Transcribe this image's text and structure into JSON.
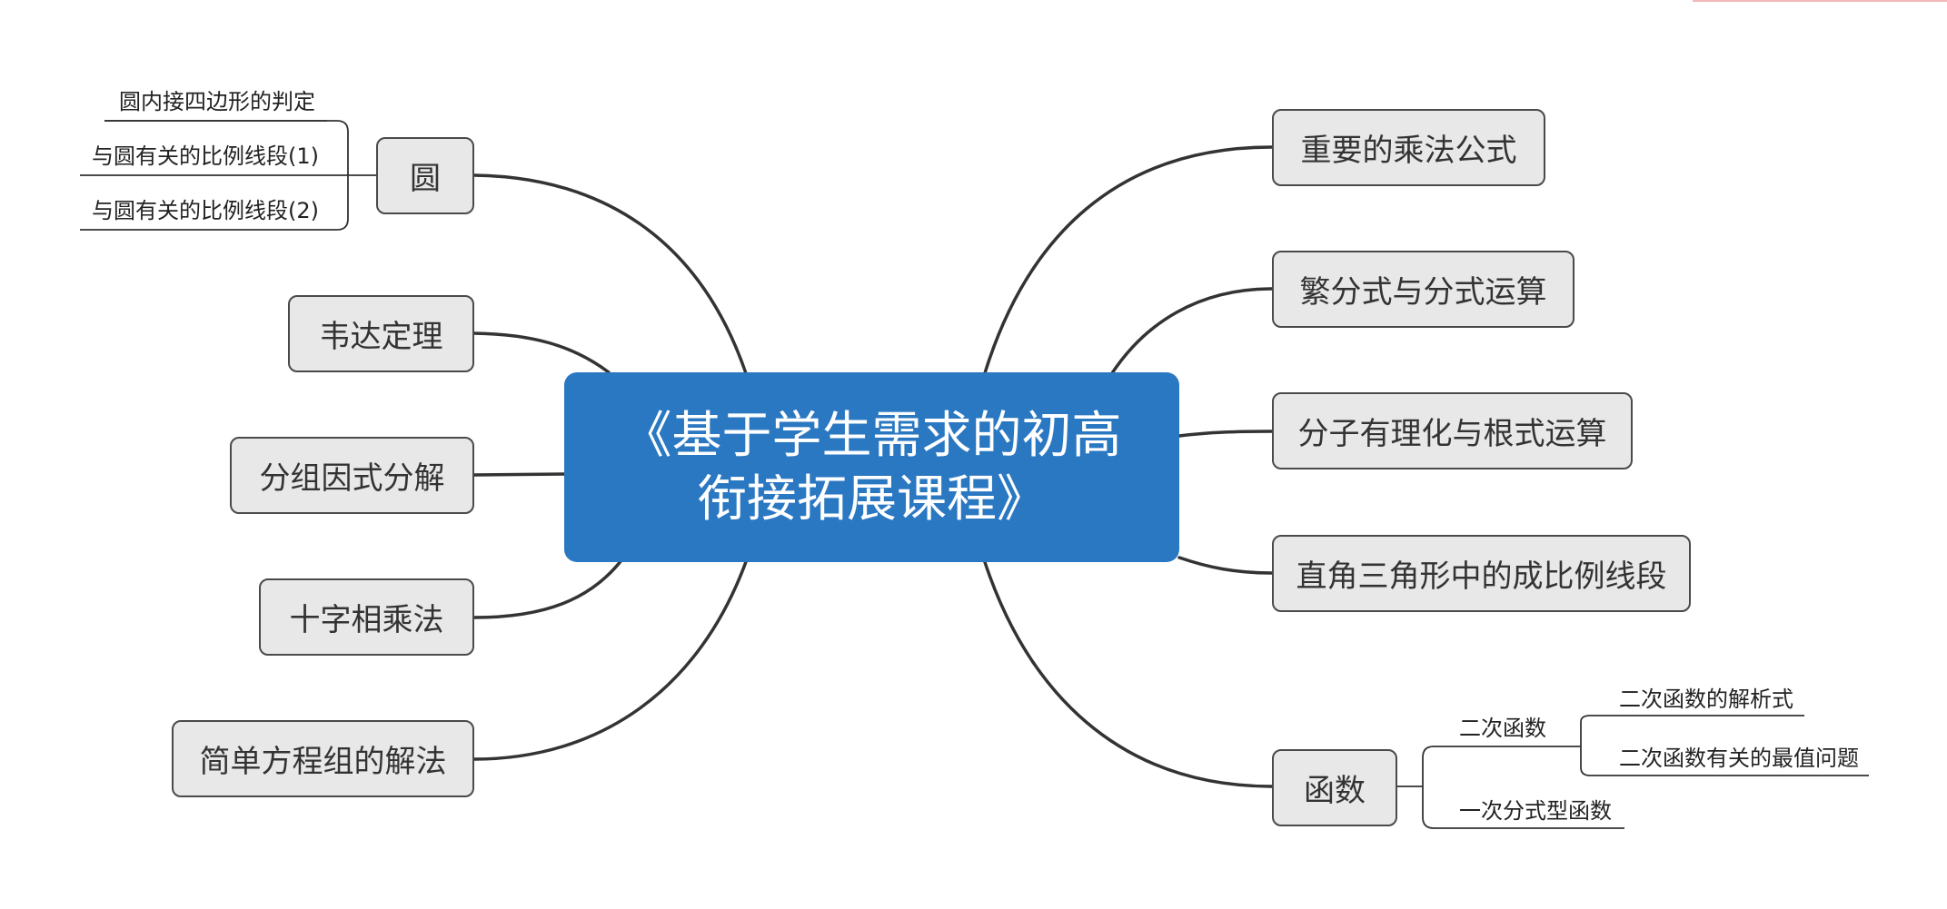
{
  "central_topic": {
    "line1": "《基于学生需求的初高",
    "line2": "衔接拓展课程》"
  },
  "left_topics": {
    "circle": {
      "label": "圆",
      "children": [
        "圆内接四边形的判定",
        "与圆有关的比例线段(1)",
        "与圆有关的比例线段(2)"
      ]
    },
    "vieta": {
      "label": "韦达定理"
    },
    "grouping": {
      "label": "分组因式分解"
    },
    "cross": {
      "label": "十字相乘法"
    },
    "equations": {
      "label": "简单方程组的解法"
    }
  },
  "right_topics": {
    "multiplication": {
      "label": "重要的乘法公式"
    },
    "fractions": {
      "label": "繁分式与分式运算"
    },
    "radicals": {
      "label": "分子有理化与根式运算"
    },
    "triangle": {
      "label": "直角三角形中的成比例线段"
    },
    "function": {
      "label": "函数",
      "quadratic": {
        "label": "二次函数",
        "children": [
          "二次函数的解析式",
          "二次函数有关的最值问题"
        ]
      },
      "fractional": {
        "label": "一次分式型函数"
      }
    }
  },
  "colors": {
    "central_fill": "#2b78c2",
    "topic_fill": "#e8e8e8",
    "line": "#333333"
  }
}
